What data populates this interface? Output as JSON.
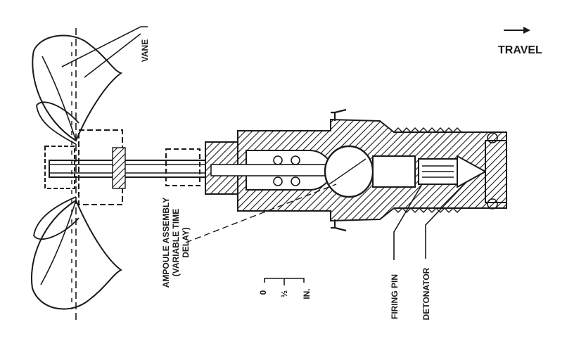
{
  "diagram": {
    "labels": {
      "vane": "VANE",
      "travel": "TRAVEL",
      "ampoule_line1": "AMPOULE ASSEMBLY",
      "ampoule_line2": "(VARIABLE TIME",
      "ampoule_line3": "DELAY)",
      "firing_pin": "FIRING PIN",
      "detonator": "DETONATOR"
    },
    "scale": {
      "tick0": "0",
      "tick_half": "½",
      "unit": "IN."
    }
  }
}
